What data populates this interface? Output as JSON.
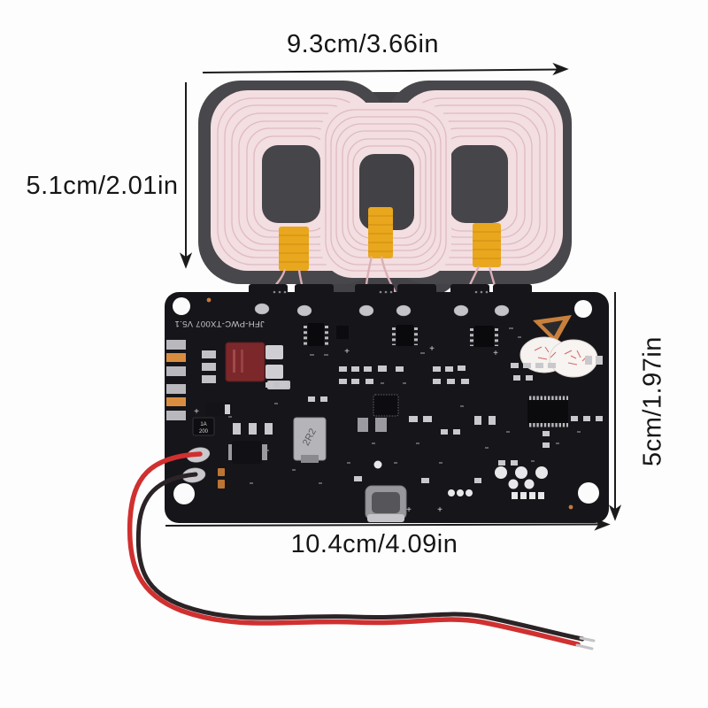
{
  "scene": {
    "description": "3-coil wireless charger transmitter module product photo with dimension callouts"
  },
  "annotations": {
    "top_width": "9.3cm/3.66in",
    "left_height": "5.1cm/2.01in",
    "right_height": "5cm/1.97in",
    "bottom_width": "10.4cm/4.09in"
  },
  "pcb": {
    "labels": {
      "model": "JFH-PWC-TX007 V5.1",
      "inductor": "2R2",
      "cap_line1": "1A",
      "cap_line2": "200"
    }
  },
  "colors": {
    "coil_pink": "#f3dee1",
    "coil_stroke": "#dcb7be",
    "ferrite_gray": "#47474b",
    "tape_yellow": "#e9a71e",
    "board_black": "#15151a",
    "wire_red": "#d03030",
    "wire_black": "#2b2326",
    "annotation_ink": "#161616"
  }
}
